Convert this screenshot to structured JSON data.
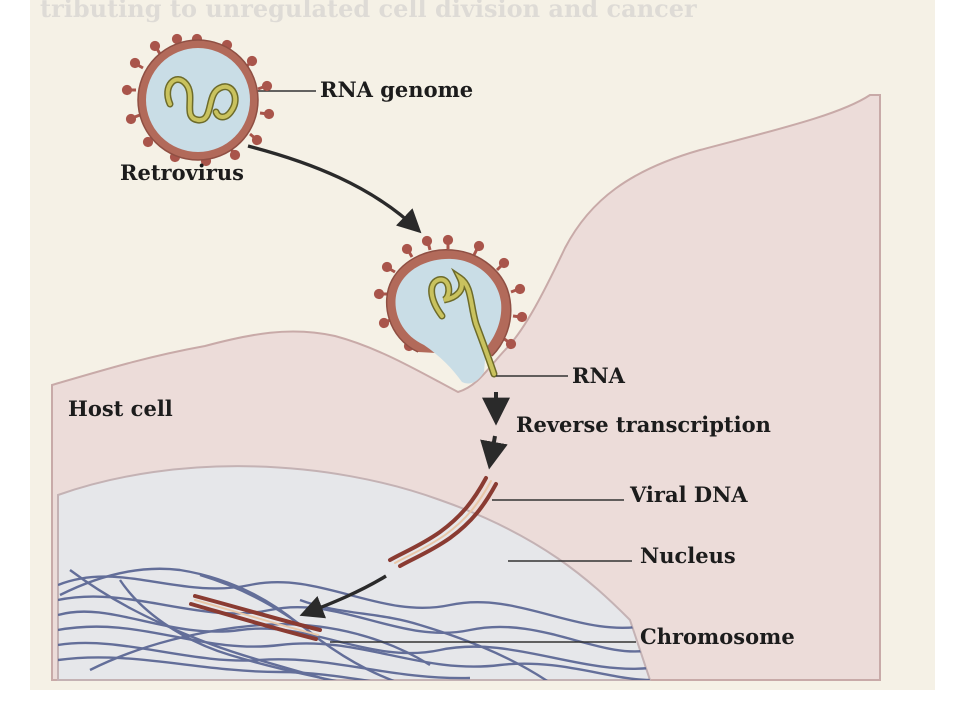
{
  "header": {
    "faint_text": "tributing to unregulated cell division and cancer"
  },
  "labels": {
    "rna_genome": "RNA genome",
    "retrovirus": "Retrovirus",
    "rna": "RNA",
    "host_cell": "Host cell",
    "reverse_transcription": "Reverse transcription",
    "viral_dna": "Viral DNA",
    "nucleus": "Nucleus",
    "chromosome": "Chromosome"
  },
  "colors": {
    "page": "#f5f1e6",
    "cell": "#ecdcd9",
    "cell_edge": "#c8aaa8",
    "nucleus": "#e6e7ea",
    "nucleus_edge": "#c4b2b4",
    "virus_core": "#c9dde6",
    "virus_ring": "#b26a5a",
    "spike": "#a9554b",
    "rna": "#b4b04a",
    "dna": "#8a3b32",
    "chromatin": "#4d5a8c",
    "arrow": "#2a2a2a"
  }
}
